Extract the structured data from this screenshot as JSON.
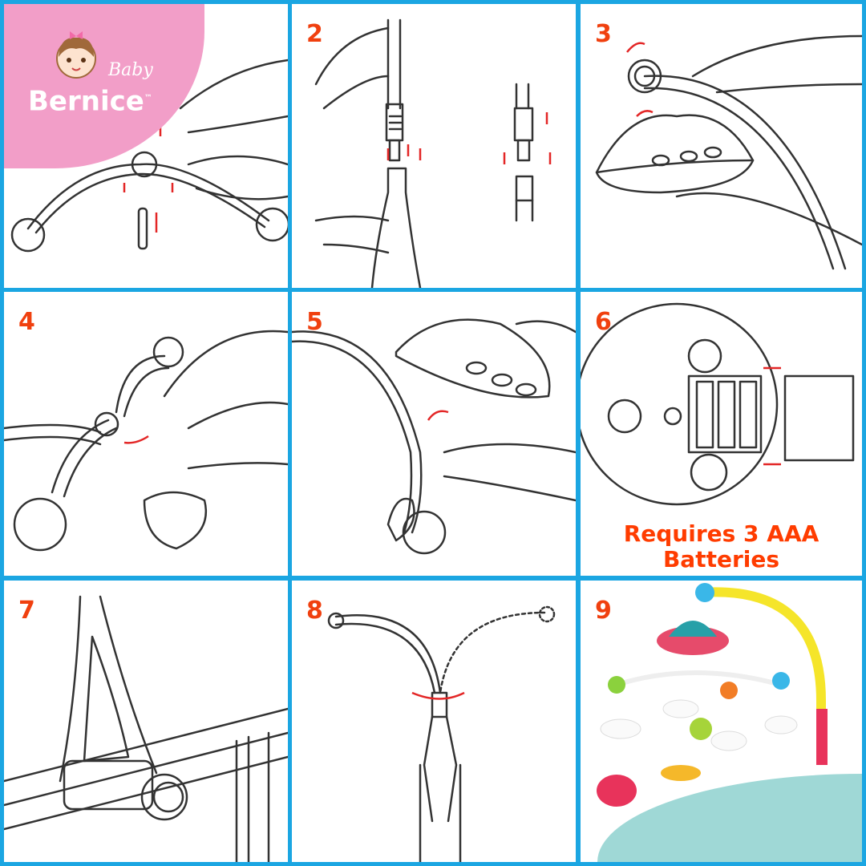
{
  "brand": {
    "name": "Bernice",
    "prefix": "Baby",
    "trademark": "™"
  },
  "steps": [
    {
      "number": ""
    },
    {
      "number": "2"
    },
    {
      "number": "3"
    },
    {
      "number": "4"
    },
    {
      "number": "5"
    },
    {
      "number": "6"
    },
    {
      "number": "7"
    },
    {
      "number": "8"
    },
    {
      "number": "9"
    }
  ],
  "battery_note": "Requires 3 AAA Batteries",
  "colors": {
    "border": "#1ba6e2",
    "step_number": "#f0400f",
    "logo_bg": "#f29ec8",
    "accent_teal": "#9fd8d6"
  }
}
